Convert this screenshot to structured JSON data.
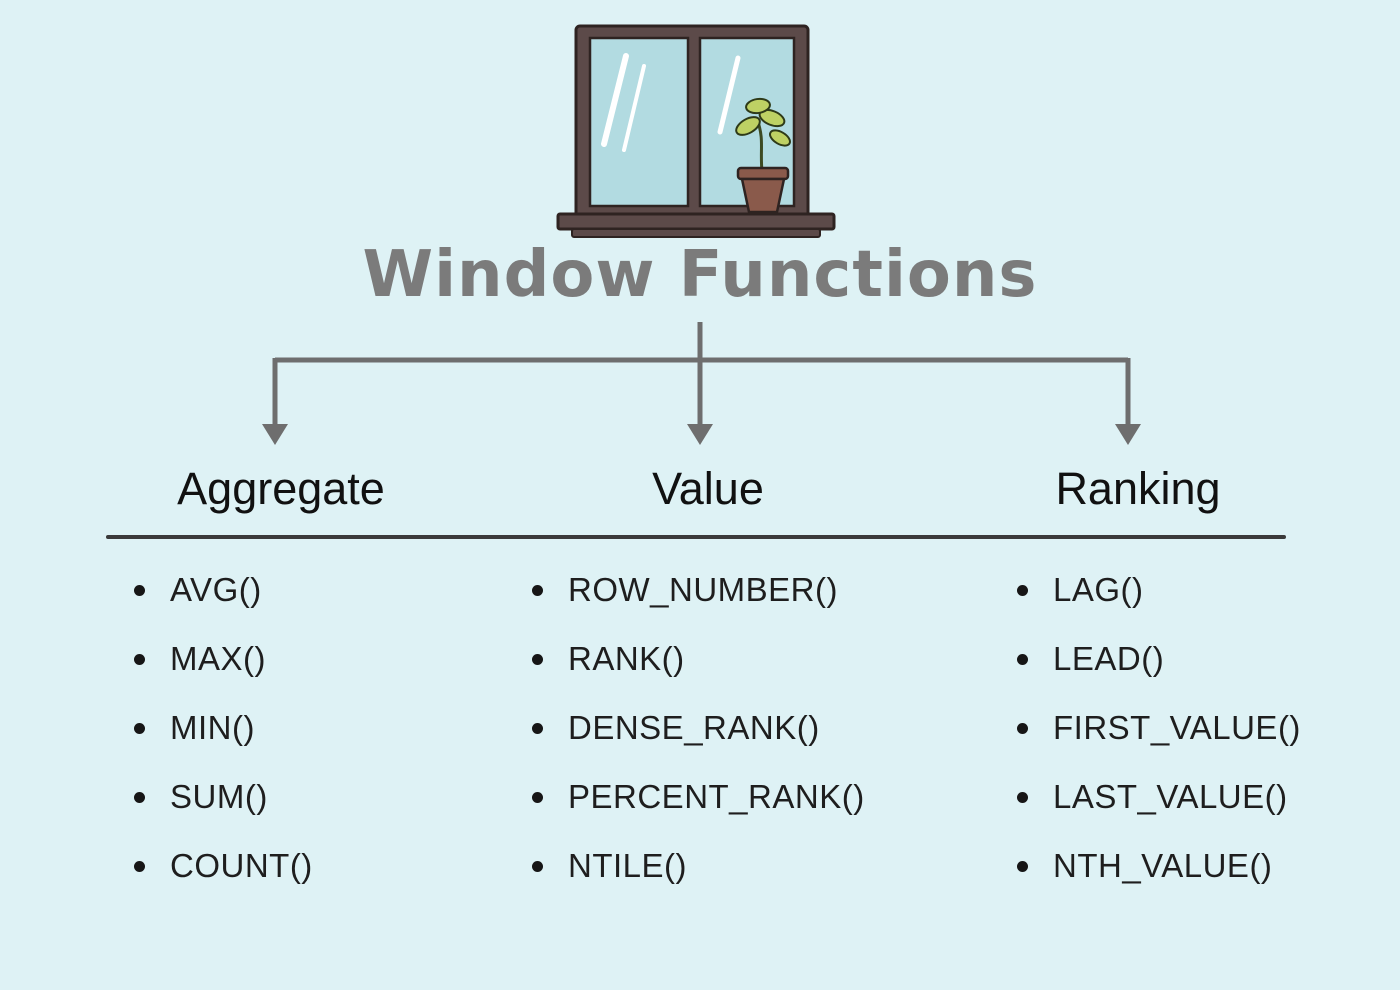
{
  "title": "Window Functions",
  "columns": [
    {
      "header": "Aggregate",
      "items": [
        "AVG()",
        "MAX()",
        "MIN()",
        "SUM()",
        "COUNT()"
      ]
    },
    {
      "header": "Value",
      "items": [
        "ROW_NUMBER()",
        "RANK()",
        "DENSE_RANK()",
        "PERCENT_RANK()",
        "NTILE()"
      ]
    },
    {
      "header": "Ranking",
      "items": [
        "LAG()",
        "LEAD()",
        "FIRST_VALUE()",
        "LAST_VALUE()",
        "NTH_VALUE()"
      ]
    }
  ],
  "colors": {
    "background": "#def2f5",
    "title_text": "#7b7b7b",
    "arrow": "#6e6e6e",
    "header_text": "#111111",
    "list_text": "#1e1e1e",
    "divider": "#3a3a3a",
    "window_frame": "#5c4a49",
    "window_glass": "#b2dbe1",
    "plant_pot": "#8a5a4b",
    "plant_leaf": "#bed164"
  },
  "icons": {
    "window": "window-with-plant-illustration"
  }
}
